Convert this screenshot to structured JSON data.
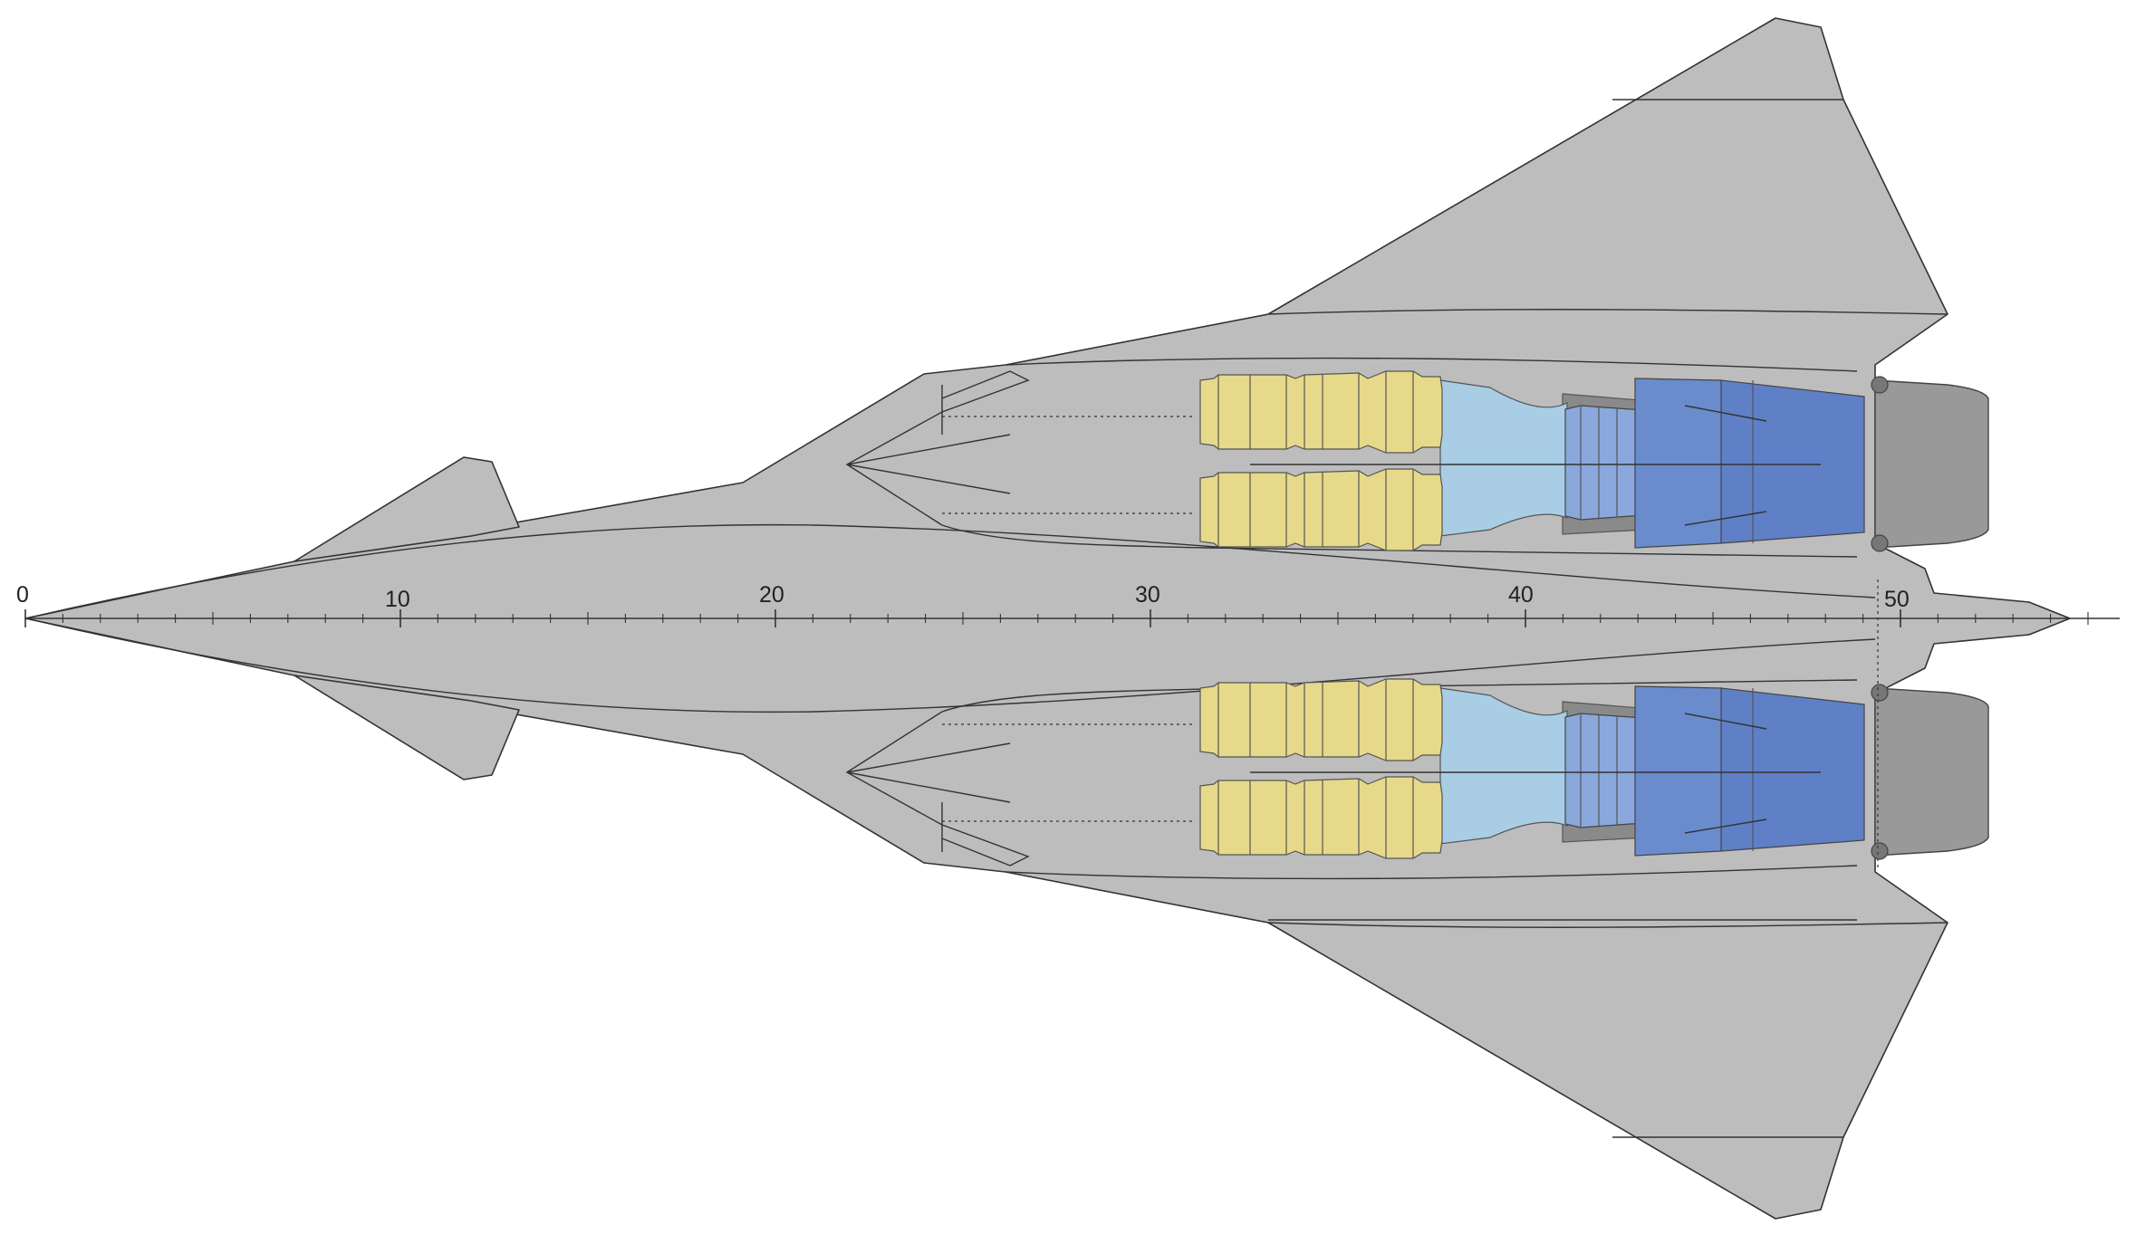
{
  "diagram": {
    "scale": {
      "unit_marks": [
        0,
        10,
        20,
        30,
        40,
        50
      ],
      "labels": [
        "0",
        "10",
        "20",
        "30",
        "40",
        "50"
      ],
      "minor_per_major": 10
    },
    "colors": {
      "airframe": "#bdbdbd",
      "engine_fan": "#e7d98a",
      "intake_duct": "#a8cde4",
      "engine_core": "#8aa8dc",
      "exhaust": "#5f80c6",
      "nozzle": "#999999"
    }
  }
}
